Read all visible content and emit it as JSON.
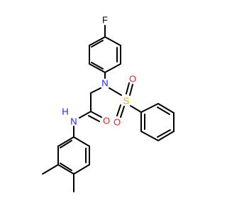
{
  "molecule": {
    "atoms": [
      {
        "id": "F",
        "label": "F",
        "color": "#000000"
      },
      {
        "id": "N1",
        "label": "N",
        "color": "#1a1aff"
      },
      {
        "id": "S",
        "label": "S",
        "color": "#d9b000"
      },
      {
        "id": "O1",
        "label": "O",
        "color": "#ff1a1a"
      },
      {
        "id": "O2",
        "label": "O",
        "color": "#ff1a1a"
      },
      {
        "id": "O3",
        "label": "O",
        "color": "#ff1a1a"
      },
      {
        "id": "N2",
        "label": "N",
        "color": "#1a1aff"
      },
      {
        "id": "H",
        "label": "H",
        "color": "#1a1aff"
      }
    ],
    "bond_color": "#000000"
  }
}
